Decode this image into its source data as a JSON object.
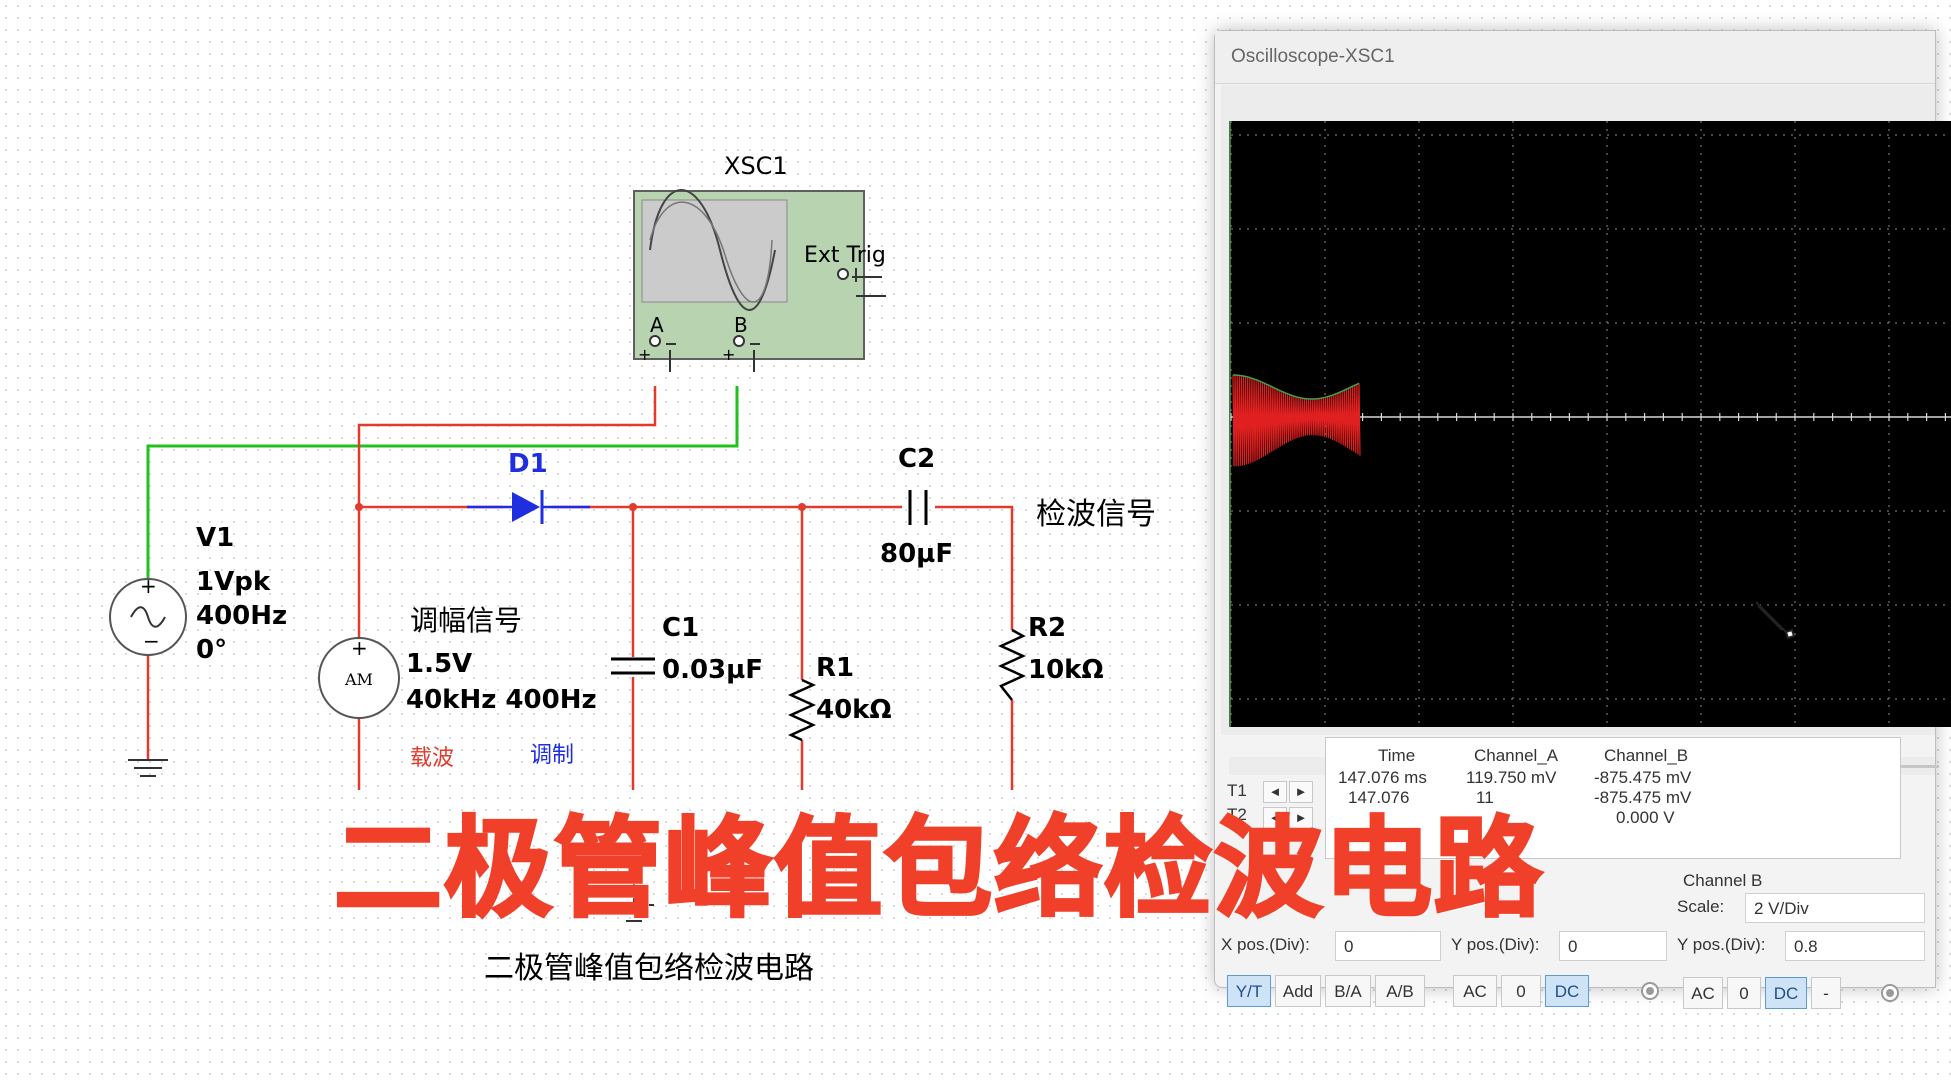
{
  "schematic": {
    "scope_ref": "XSC1",
    "scope_ext_trig": "Ext Trig",
    "scope_pin_a": "A",
    "scope_pin_b": "B",
    "v1_name": "V1",
    "v1_amp": "1Vpk",
    "v1_freq": "400Hz",
    "v1_phase": "0°",
    "am_symbol": "AM",
    "am_label": "调幅信号",
    "am_amp": "1.5V",
    "am_freqs": "40kHz 400Hz",
    "carrier_label": "载波",
    "modulation_label": "调制",
    "d1_name": "D1",
    "c1_name": "C1",
    "c1_value": "0.03µF",
    "r1_name": "R1",
    "r1_value": "40kΩ",
    "c2_name": "C2",
    "c2_value": "80µF",
    "r2_name": "R2",
    "r2_value": "10kΩ",
    "detected_label": "检波信号",
    "caption": "二极管峰值包络检波电路",
    "colors": {
      "wire_red": "#e23b2e",
      "wire_green": "#22c11e",
      "diode_blue": "#1f2fe0"
    }
  },
  "oscilloscope": {
    "title": "Oscilloscope-XSC1",
    "cursors": {
      "t1": "T1",
      "t2": "T2",
      "left_arrow": "◄",
      "right_arrow": "►"
    },
    "readout": {
      "headers": [
        "Time",
        "Channel_A",
        "Channel_B"
      ],
      "row1": [
        "147.076 ms",
        "119.750 mV",
        "-875.475 mV"
      ],
      "row2": [
        "147.076",
        "11",
        "-875.475 mV"
      ],
      "row3": [
        "",
        "",
        "0.000 V"
      ]
    },
    "channel_b": {
      "header": "Channel B",
      "scale_label": "Scale:",
      "scale_value": "2  V/Div",
      "ypos_label": "Y pos.(Div):",
      "ypos_value": "0.8"
    },
    "channel_a": {
      "ypos_label": "Y pos.(Div):",
      "ypos_value": "0"
    },
    "timebase": {
      "xpos_label": "X pos.(Div):",
      "xpos_value": "0"
    },
    "buttons": {
      "yt": "Y/T",
      "add": "Add",
      "ba": "B/A",
      "ab": "A/B",
      "ac_a": "AC",
      "zero_a": "0",
      "dc_a": "DC",
      "ac_b": "AC",
      "zero_b": "0",
      "dc_b": "DC",
      "minus_b": "-"
    },
    "trace_color": "#e02020",
    "trace_edge_color": "#44a044"
  },
  "overlay_title": "二极管峰值包络检波电路"
}
